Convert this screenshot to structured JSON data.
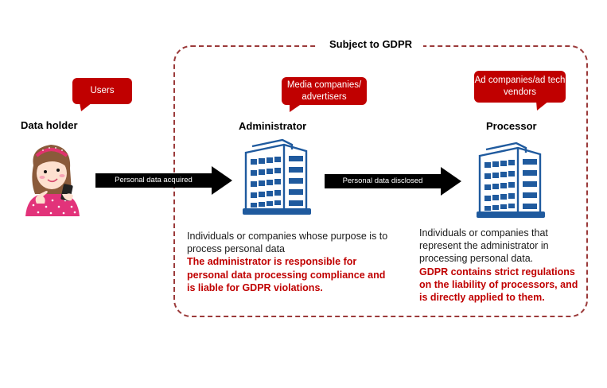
{
  "gdpr_scope": {
    "title": "Subject to GDPR",
    "border_color": "#9b3a3a"
  },
  "data_holder": {
    "bubble": "Users",
    "label": "Data holder",
    "icon": "woman-with-smartphone-icon"
  },
  "administrator": {
    "bubble": "Media companies/ advertisers",
    "label": "Administrator",
    "icon": "office-building-icon",
    "description": "Individuals or companies whose purpose is to process personal data",
    "warning": "The administrator is responsible for personal data processing compliance and is liable for GDPR violations."
  },
  "processor": {
    "bubble": "Ad companies/ad tech vendors",
    "label": "Processor",
    "icon": "office-building-icon",
    "description": "Individuals or companies that represent the administrator in processing personal data.",
    "warning": "GDPR contains strict regulations on the liability of processors, and is directly applied to them."
  },
  "flows": [
    {
      "label": "Personal data acquired",
      "from": "Data holder",
      "to": "Administrator"
    },
    {
      "label": "Personal data disclosed",
      "from": "Administrator",
      "to": "Processor"
    }
  ],
  "colors": {
    "accent_red": "#c00000",
    "building_blue": "#1f5a9e",
    "arrow": "#000000"
  }
}
